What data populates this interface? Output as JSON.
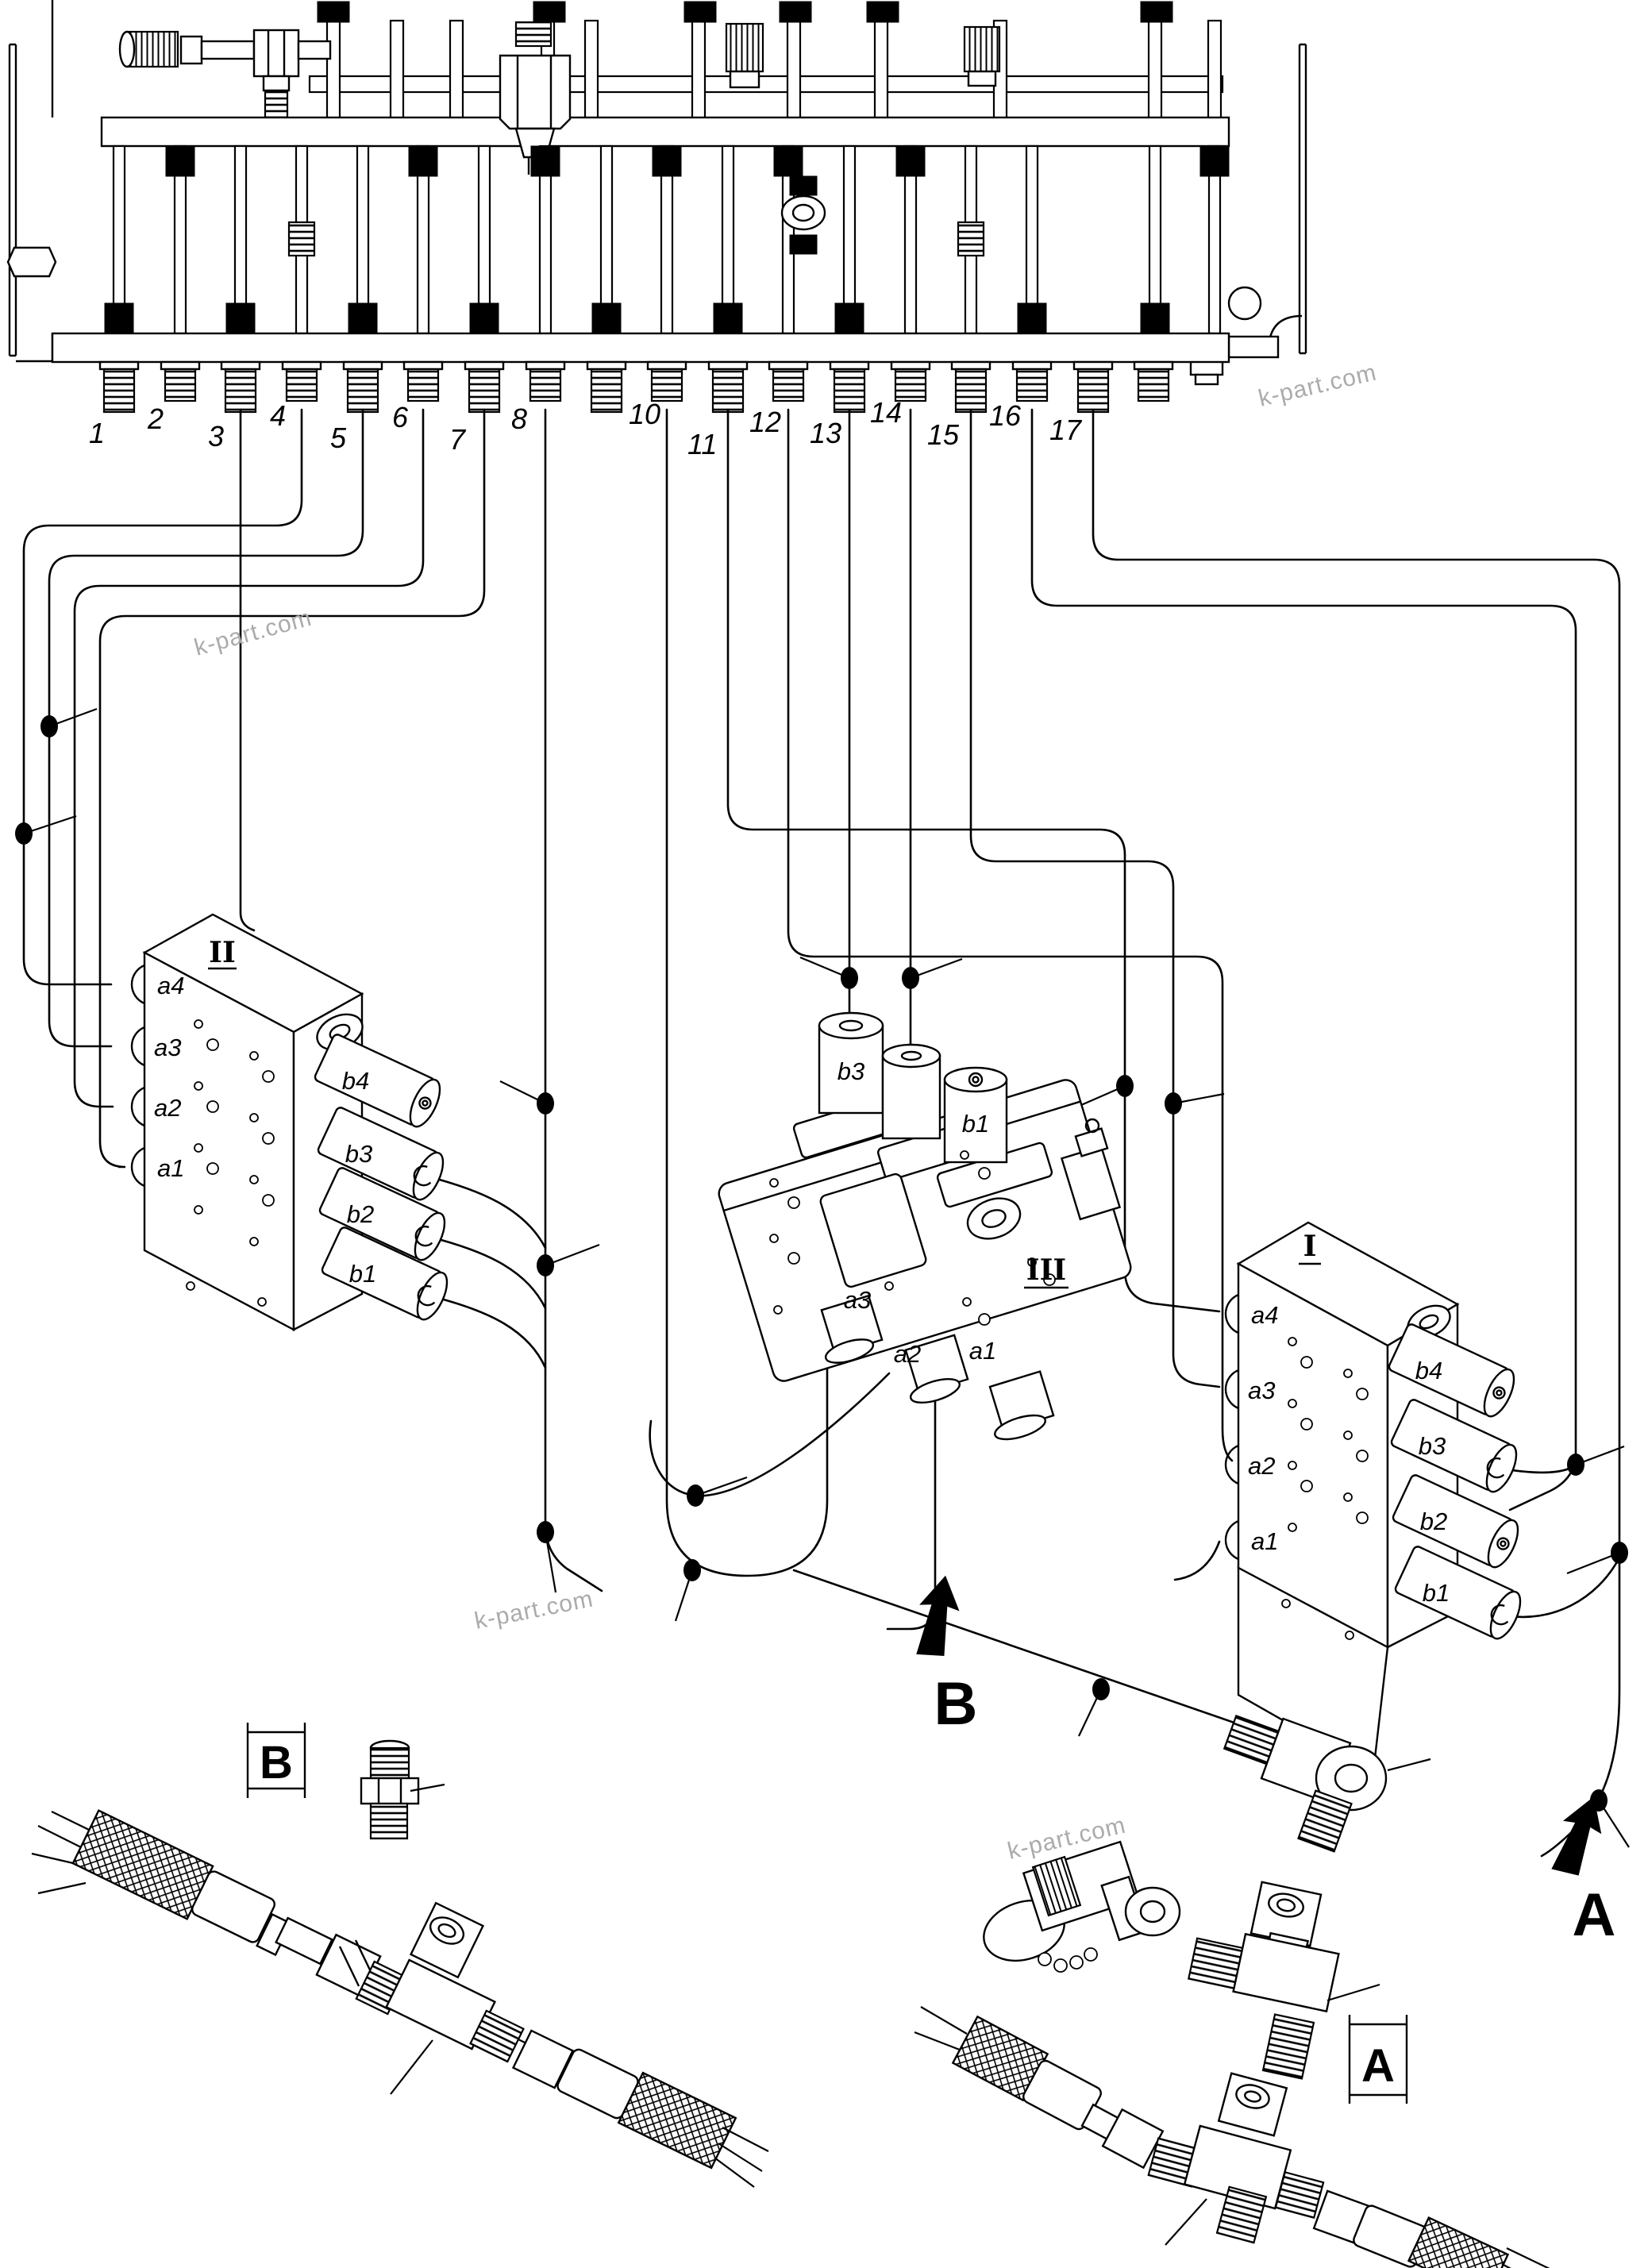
{
  "diagram": {
    "type": "hydraulic-piping-parts-diagram",
    "colors": {
      "line": "#000000",
      "background": "#ffffff",
      "watermark": "#ababab"
    }
  },
  "watermark": {
    "text": "k-part.com"
  },
  "connectors": {
    "labels": [
      "1",
      "2",
      "3",
      "4",
      "5",
      "6",
      "7",
      "8",
      "10",
      "11",
      "12",
      "13",
      "14",
      "15",
      "16",
      "17"
    ]
  },
  "blocks": {
    "block2": {
      "label": "II",
      "a_ports": [
        "a4",
        "a3",
        "a2",
        "a1"
      ],
      "b_ports": [
        "b4",
        "b3",
        "b2",
        "b1"
      ]
    },
    "block3": {
      "label": "III",
      "top_ports": [
        "b3",
        "b1"
      ],
      "bottom_ports": [
        "a3",
        "a2",
        "a1"
      ]
    },
    "block1": {
      "label": "I",
      "a_ports": [
        "a4",
        "a3",
        "a2",
        "a1"
      ],
      "b_ports": [
        "b4",
        "b3",
        "b2",
        "b1"
      ]
    }
  },
  "flow_arrows": {
    "a": "A",
    "b": "B"
  },
  "detail_views": {
    "a_box": "A",
    "b_box": "B"
  }
}
